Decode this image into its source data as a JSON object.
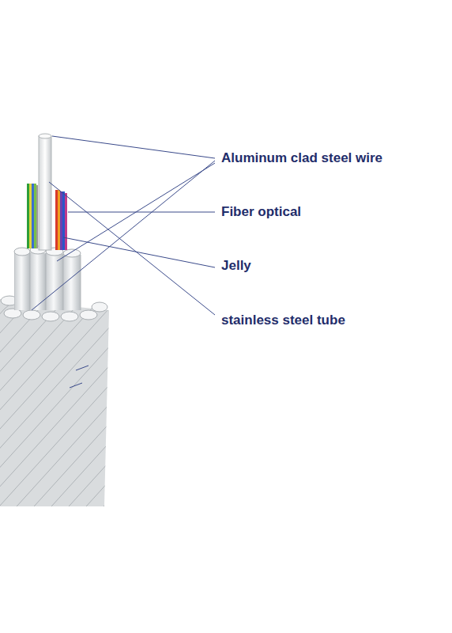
{
  "diagram": {
    "labels": [
      "Aluminum clad steel wire",
      "Fiber optical",
      "Jelly",
      "stainless steel tube"
    ]
  }
}
